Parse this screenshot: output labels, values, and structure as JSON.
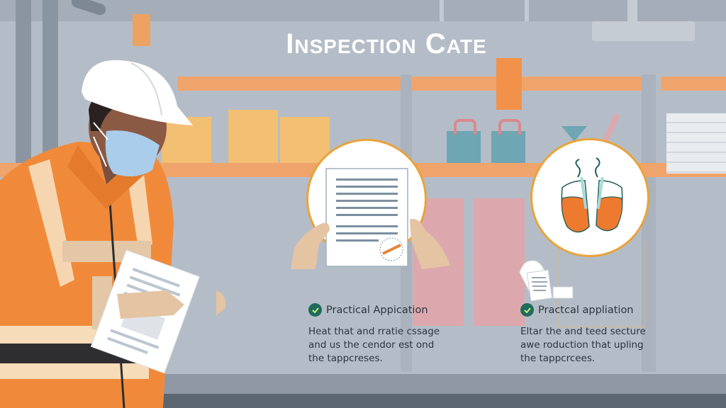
{
  "title": "Inspection Cate",
  "colors": {
    "background": "#b4bdc7",
    "accent_orange": "#f08a3a",
    "shelf_orange": "#efa46c",
    "circle_border": "#e9a33a",
    "check_green": "#1e6b5c",
    "check_mark": "#c9f06a",
    "text": "#2b3440"
  },
  "illustration": {
    "worker": "worker-with-hardhat-mask-reading-document",
    "left_circle_icon": "document-certificate-icon",
    "right_circle_icon": "safety-gloves-icon",
    "small_icon": "scroll-document-icon"
  },
  "features": [
    {
      "icon": "check-circle-icon",
      "heading": "Practical Appication",
      "body": "Heat that and rratie cssage and us the cendor est ond the tappcreses."
    },
    {
      "icon": "check-circle-icon",
      "heading": "Practcal appliation",
      "body": "Eltar the and teed secture awe roduction that upling the tappcrcees."
    }
  ]
}
